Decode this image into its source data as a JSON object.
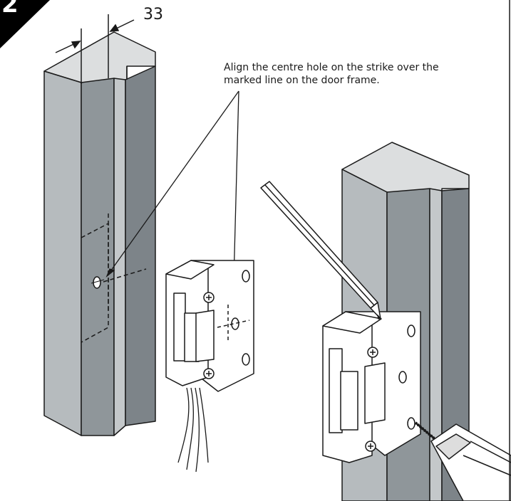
{
  "step": {
    "number": "2"
  },
  "dimension": {
    "label": "33"
  },
  "instruction": {
    "line1": "Align the centre hole on the strike over the",
    "line2": "marked line on the door frame."
  },
  "colors": {
    "frame_light": "#b9bec1",
    "frame_mid": "#9aa0a4",
    "frame_dark": "#7d8489",
    "frame_top": "#dadcdd",
    "outline": "#1a1a1a",
    "badge": "#000000",
    "strike_face": "#ffffff"
  },
  "icons": [
    "step-badge",
    "pencil-icon",
    "drill-icon",
    "screw-icon",
    "electric-strike-icon"
  ]
}
